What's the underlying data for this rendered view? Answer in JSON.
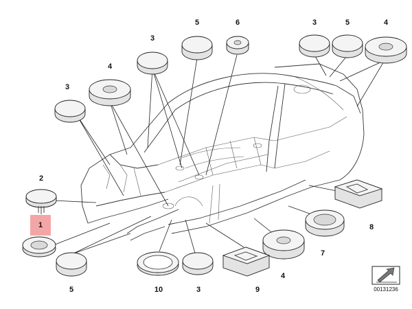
{
  "callouts": {
    "c1": "1",
    "c2": "2",
    "c3a": "3",
    "c3b": "3",
    "c3c": "3",
    "c3d": "3",
    "c4a": "4",
    "c4b": "4",
    "c4c": "4",
    "c5a": "5",
    "c5b": "5",
    "c5c": "5",
    "c6": "6",
    "c7": "7",
    "c8": "8",
    "c9": "9",
    "c10": "10"
  },
  "reference_number": "00131236",
  "colors": {
    "highlight": "#f4a6a6",
    "line": "#222222"
  }
}
